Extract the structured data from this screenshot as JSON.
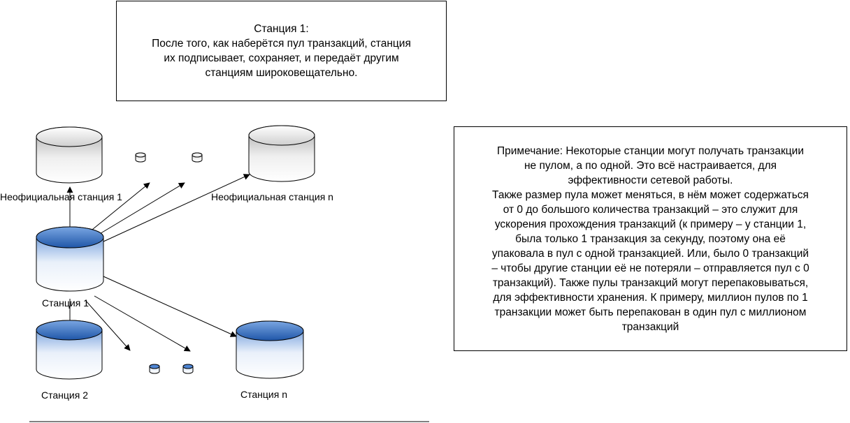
{
  "station1_note": {
    "lines": [
      "Станция 1:",
      "После того, как наберётся пул транзакций, станция",
      "их подписывает, сохраняет, и передаёт другим",
      "станциям широковещательно."
    ]
  },
  "remark": {
    "lines": [
      "Примечание: Некоторые станции могут получать транзакции",
      "не пулом, а по одной. Это всё настраивается, для",
      "эффективности сетевой работы.",
      "Также размер пула может меняться, в нём может содержаться",
      "от 0 до большого количества транзакций – это служит для",
      "ускорения прохождения транзакций (к примеру – у станции 1,",
      "была только 1 транзакция за секунду, поэтому она её",
      "упаковала в пул с одной транзакцией. Или, было 0 транзакций",
      "– чтобы другие станции её не потеряли – отправляется пул с 0",
      "транзакций). Также пулы транзакций могут перепаковываться,",
      "для эффективности хранения. К примеру, миллион пулов по 1",
      "транзакции может быть перепакован в один пул с миллионом",
      "транзакций"
    ]
  },
  "nodes": {
    "unofficial_1": "Неофициальная станция 1",
    "unofficial_n": "Неофициальная станция n",
    "station_1": "Станция 1",
    "station_2": "Станция 2",
    "station_n": "Станция n"
  },
  "colors": {
    "official_top": "#4f86d4",
    "official_bottom": "#1f56a8",
    "unofficial_top": "#d4d4d4",
    "unofficial_bottom": "#8f8f8f"
  }
}
